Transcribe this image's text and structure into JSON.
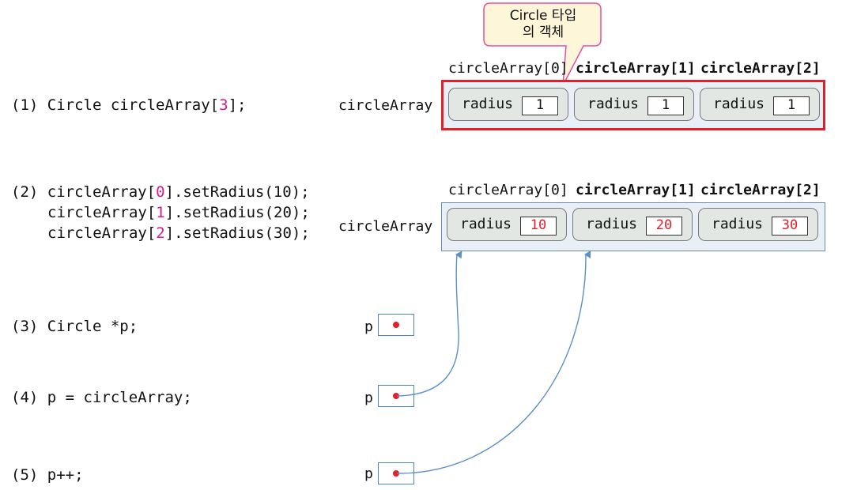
{
  "callout": {
    "line1": "Circle 타입",
    "line2": "의 객체"
  },
  "steps": [
    {
      "num": "(1)",
      "code_pre": "Circle circleArray[",
      "code_hl": "3",
      "code_post": "];"
    },
    {
      "num": "(2)",
      "lines": [
        {
          "pre": "circleArray[",
          "hl": "0",
          "post": "].setRadius(10);"
        },
        {
          "pre": "circleArray[",
          "hl": "1",
          "post": "].setRadius(20);"
        },
        {
          "pre": "circleArray[",
          "hl": "2",
          "post": "].setRadius(30);"
        }
      ]
    },
    {
      "num": "(3)",
      "code": "Circle *p;"
    },
    {
      "num": "(4)",
      "code": "p = circleArray;"
    },
    {
      "num": "(5)",
      "code": "p++;"
    }
  ],
  "array_label": "circleArray",
  "index_labels": [
    "circleArray[0]",
    "circleArray[1]",
    "circleArray[2]"
  ],
  "radius_label": "radius",
  "array1_values": [
    "1",
    "1",
    "1"
  ],
  "array2_values": [
    "10",
    "20",
    "30"
  ],
  "pointer_label": "p",
  "colors": {
    "highlight": "#e3202a",
    "pointer_box": "#4a86c2",
    "arrow": "#5b8fc7",
    "callout_fill": "#fdf6d8",
    "callout_border": "#e34fa6"
  }
}
